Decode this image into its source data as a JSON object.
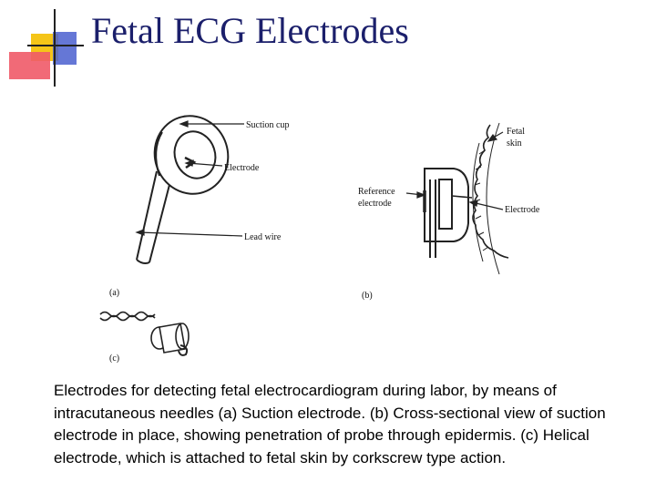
{
  "slide": {
    "title": "Fetal ECG Electrodes",
    "caption": "Electrodes for detecting fetal electrocardiogram during labor, by means of intracutaneous needles (a) Suction electrode. (b) Cross-sectional view of suction electrode in place, showing penetration of probe through epidermis. (c) Helical electrode, which is attached to fetal skin by corkscrew type action."
  },
  "figure": {
    "labels": {
      "suction_cup": "Suction cup",
      "electrode_a": "Electrode",
      "lead_wire": "Lead wire",
      "panel_a": "(a)",
      "fetal": "Fetal",
      "skin": "skin",
      "reference": "Reference",
      "electrode_ref": "electrode",
      "electrode_b": "Electrode",
      "panel_b": "(b)",
      "panel_c": "(c)"
    }
  },
  "colors": {
    "title": "#1b1f6b",
    "accent_yellow": "#f5c518",
    "accent_red": "#e8474f",
    "accent_blue": "#4a5fcf",
    "line_dark": "#222222"
  }
}
